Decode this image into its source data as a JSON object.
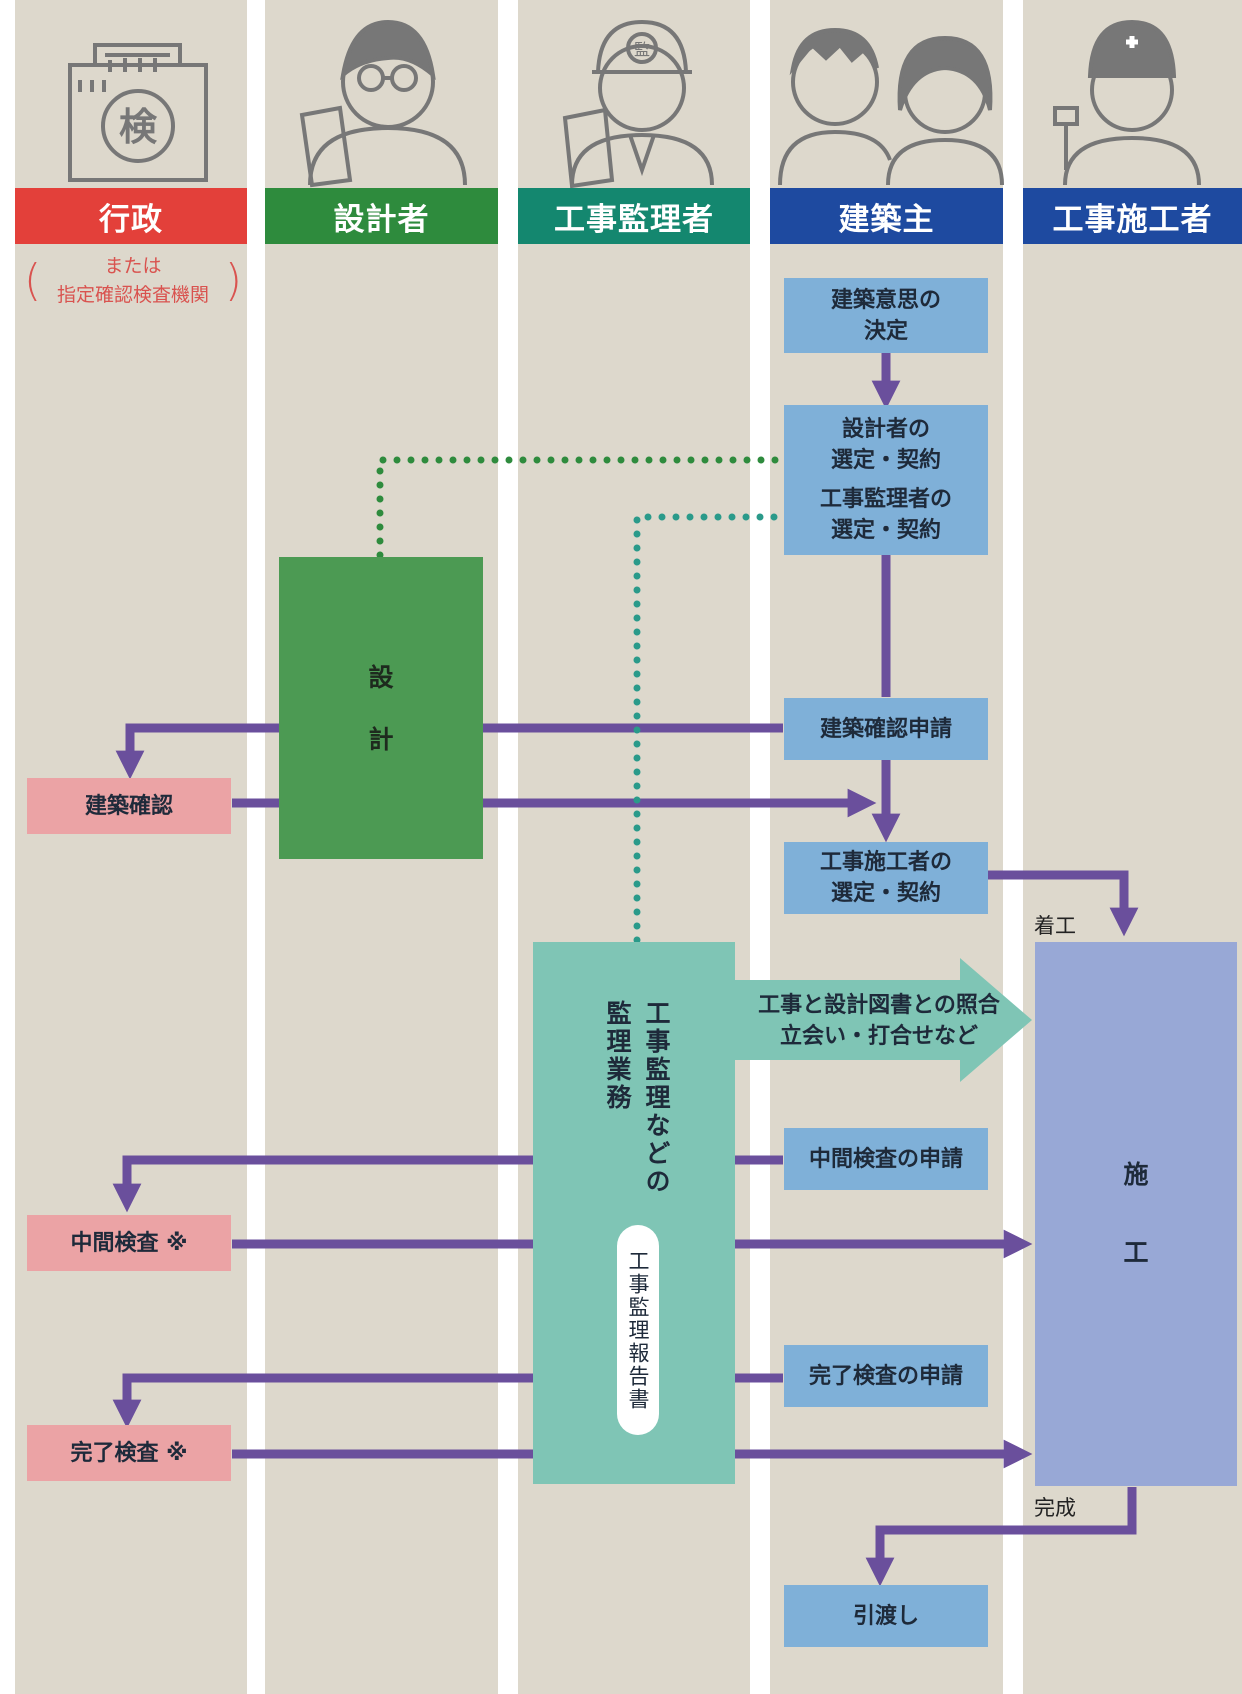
{
  "lanes": [
    {
      "id": "gov",
      "label": "行政",
      "color": "#e3403a"
    },
    {
      "id": "designer",
      "label": "設計者",
      "color": "#2e8b3d"
    },
    {
      "id": "supervisor",
      "label": "工事監理者",
      "color": "#14876f"
    },
    {
      "id": "owner",
      "label": "建築主",
      "color": "#1e4aa0"
    },
    {
      "id": "builder",
      "label": "工事施工者",
      "color": "#1e4aa0"
    }
  ],
  "gov_sublabel": {
    "line1": "または",
    "line2": "指定確認検査機関",
    "paren_left": "(",
    "paren_right": ")"
  },
  "icons": {
    "gov_stamp_char": "検",
    "helmet_char": "監"
  },
  "boxes": {
    "decision": "建築意思の\n決定",
    "select_designer": "設計者の\n選定・契約",
    "select_supervisor": "工事監理者の\n選定・契約",
    "design": "設\n\n計",
    "permit_application": "建築確認申請",
    "permit": "建築確認",
    "select_builder": "工事施工者の\n選定・契約",
    "supervision_col1": "工事監理などの",
    "supervision_col2": "監理業務",
    "report": "工事監理報告書",
    "check_arrow": "工事と設計図書との照合\n立会い・打合せなど",
    "interim_application": "中間検査の申請",
    "interim_inspection": "中間検査 ※",
    "final_application": "完了検査の申請",
    "final_inspection": "完了検査 ※",
    "construction": "施\n\n\n工",
    "handover": "引渡し"
  },
  "labels": {
    "start": "着工",
    "finish": "完成"
  },
  "colors": {
    "lane_bg": "#ddd8cc",
    "arrow_purple": "#6a4f9c",
    "dotted_green": "#2e8b3d",
    "dotted_teal": "#2a9a8a",
    "box_blue": "#7fb0d8",
    "box_pink": "#eba3a5",
    "box_green": "#4c9a53",
    "box_teal": "#7fc5b5",
    "box_purple": "#98a8d6"
  }
}
